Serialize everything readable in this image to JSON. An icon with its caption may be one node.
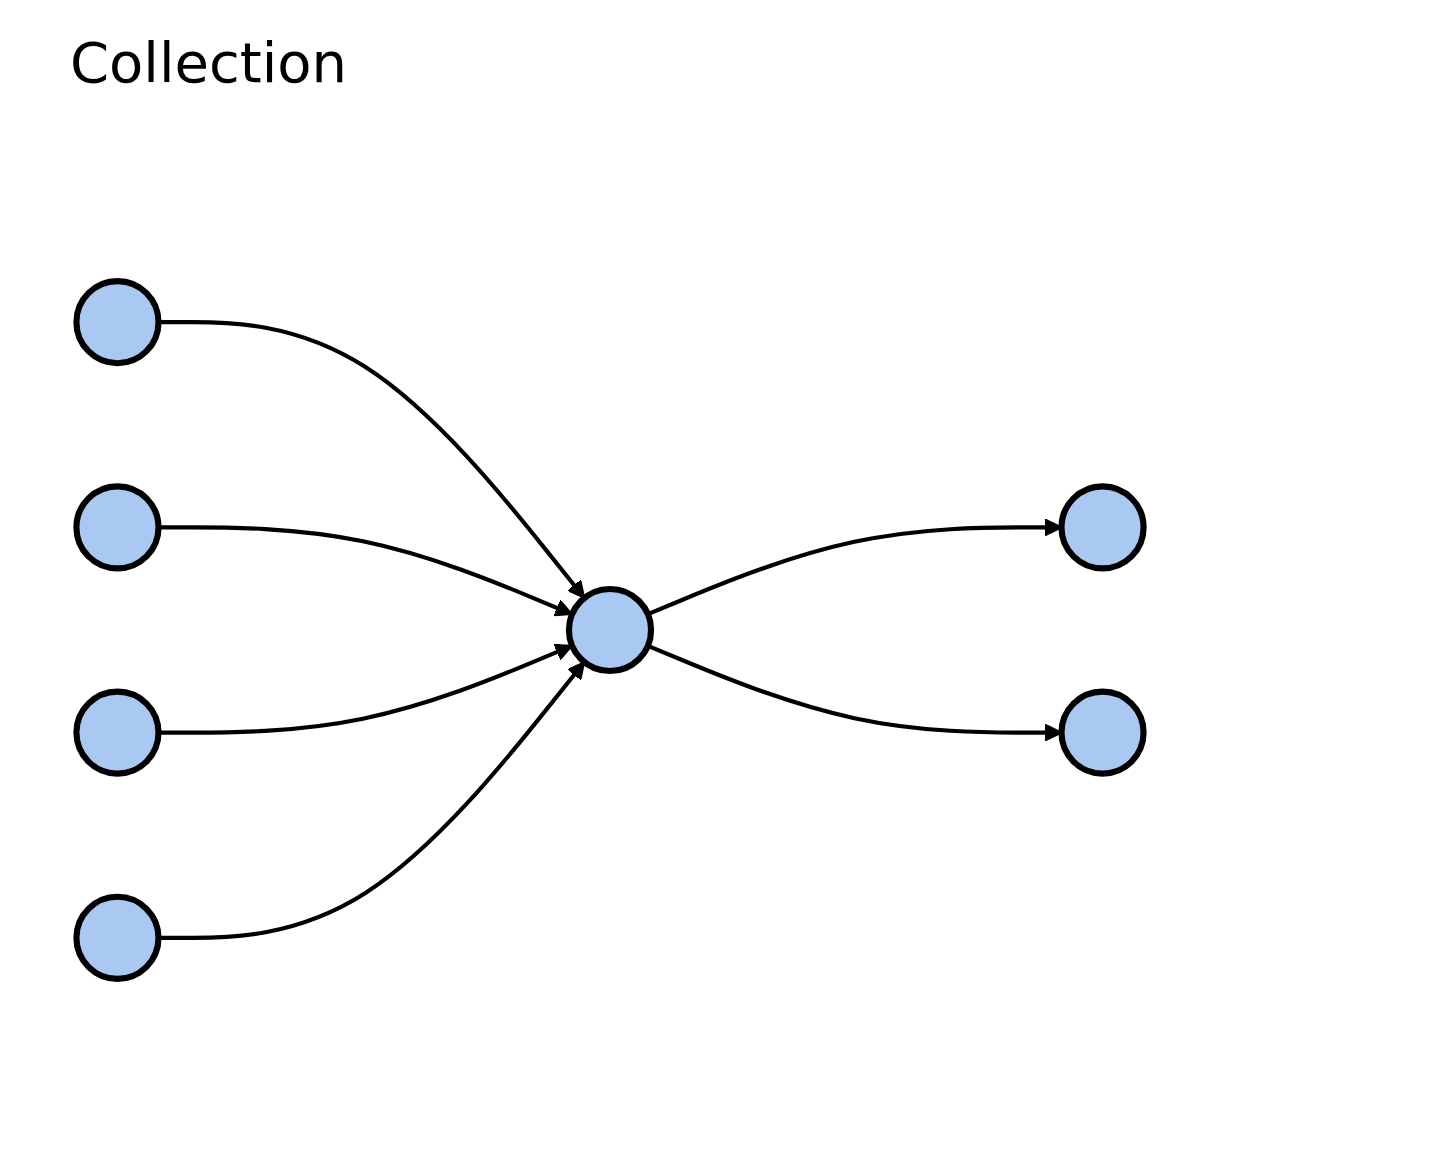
{
  "diagram": {
    "title": "Collection",
    "nodes": [
      {
        "text": [],
        "shape": "circle"
      },
      {
        "text": [],
        "shape": "circle"
      },
      {
        "text": [],
        "shape": "circle"
      },
      {
        "text": [],
        "shape": "circle"
      },
      {
        "text": [],
        "shape": "circle"
      },
      {
        "text": [],
        "shape": "circle"
      },
      {
        "text": [],
        "shape": "circle"
      }
    ],
    "edges": [
      {
        "from": 0,
        "to": 4,
        "arrow": "to"
      },
      {
        "from": 1,
        "to": 4,
        "arrow": "to"
      },
      {
        "from": 2,
        "to": 4,
        "arrow": "to"
      },
      {
        "from": 3,
        "to": 4,
        "arrow": "to"
      },
      {
        "from": 4,
        "to": 5,
        "arrow": "to"
      },
      {
        "from": 4,
        "to": 6,
        "arrow": "to"
      }
    ]
  }
}
